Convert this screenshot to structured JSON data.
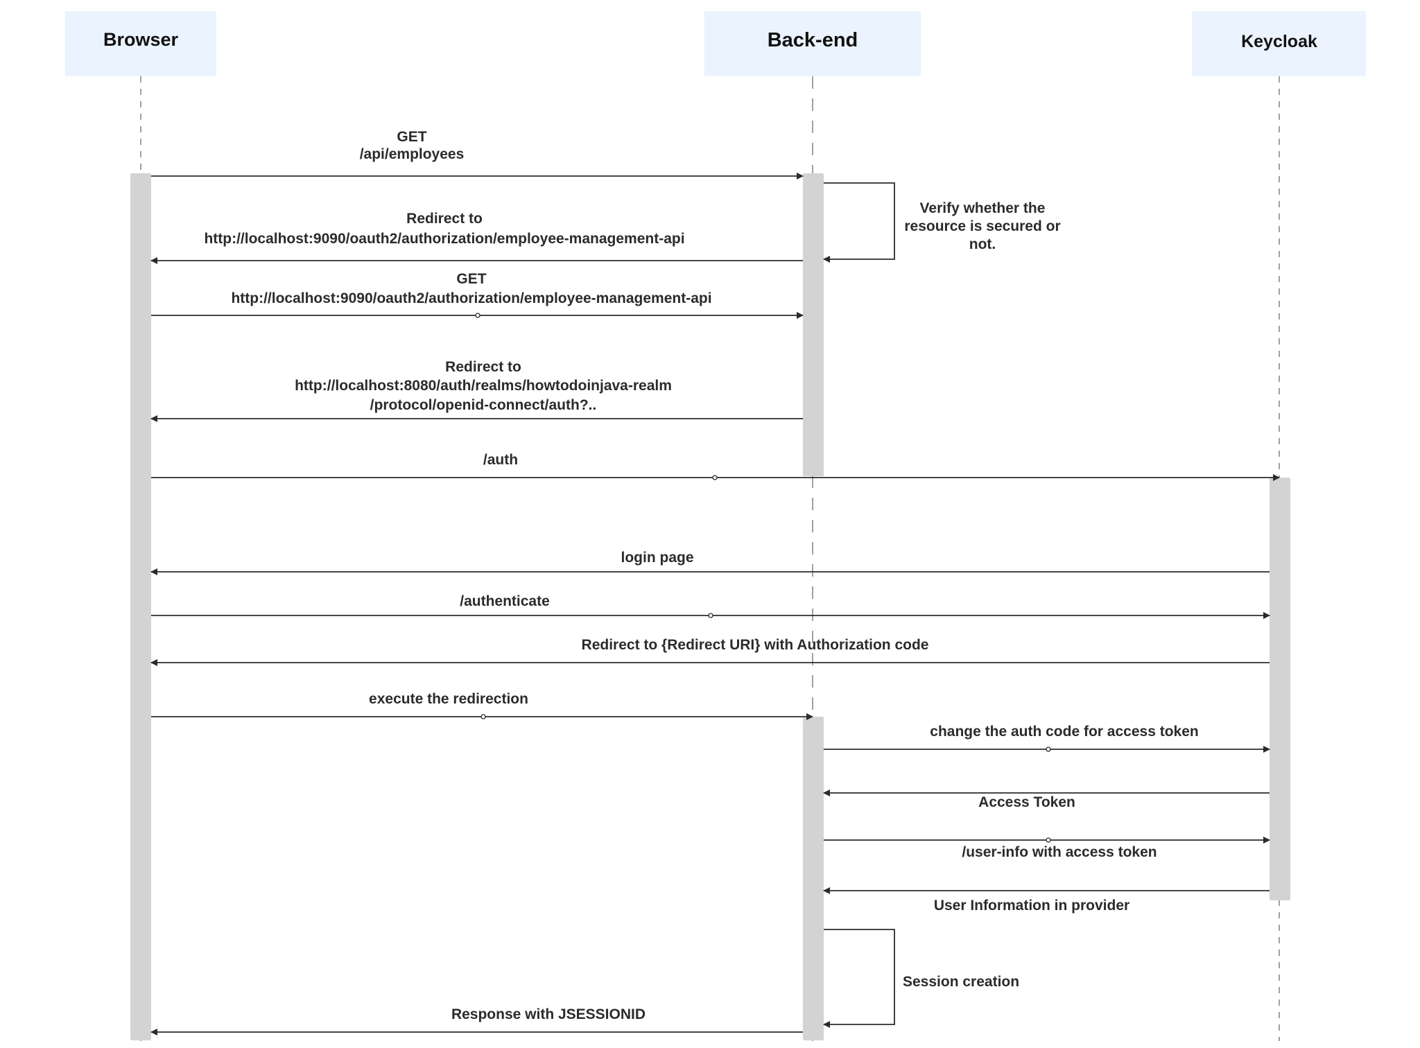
{
  "participants": [
    {
      "id": "browser",
      "label": "Browser"
    },
    {
      "id": "backend",
      "label": "Back-end"
    },
    {
      "id": "keycloak",
      "label": "Keycloak"
    }
  ],
  "messages": [
    {
      "id": "get-employees",
      "from": "browser",
      "to": "backend",
      "lines": [
        "GET",
        "/api/employees"
      ]
    },
    {
      "id": "redirect-oauth2",
      "from": "backend",
      "to": "browser",
      "lines": [
        "Redirect to",
        "http://localhost:9090/oauth2/authorization/employee-management-api"
      ]
    },
    {
      "id": "get-oauth2",
      "from": "browser",
      "to": "backend",
      "lines": [
        "GET",
        "http://localhost:9090/oauth2/authorization/employee-management-api"
      ]
    },
    {
      "id": "redirect-keycloak",
      "from": "backend",
      "to": "browser",
      "lines": [
        "Redirect to",
        "http://localhost:8080/auth/realms/howtodoinjava-realm",
        "/protocol/openid-connect/auth?.."
      ]
    },
    {
      "id": "auth",
      "from": "browser",
      "to": "keycloak",
      "lines": [
        "/auth"
      ]
    },
    {
      "id": "login-page",
      "from": "keycloak",
      "to": "browser",
      "lines": [
        "login page"
      ]
    },
    {
      "id": "authenticate",
      "from": "browser",
      "to": "keycloak",
      "lines": [
        "/authenticate"
      ]
    },
    {
      "id": "redirect-code",
      "from": "keycloak",
      "to": "browser",
      "lines": [
        "Redirect to  {Redirect URI} with Authorization code"
      ]
    },
    {
      "id": "execute-redirection",
      "from": "browser",
      "to": "backend",
      "lines": [
        "execute the redirection"
      ]
    },
    {
      "id": "exchange-code",
      "from": "backend",
      "to": "keycloak",
      "lines": [
        "change the auth code  for  access token"
      ]
    },
    {
      "id": "access-token",
      "from": "keycloak",
      "to": "backend",
      "lines": [
        "Access Token"
      ]
    },
    {
      "id": "user-info",
      "from": "backend",
      "to": "keycloak",
      "lines": [
        "/user-info with access token"
      ]
    },
    {
      "id": "user-information",
      "from": "keycloak",
      "to": "backend",
      "lines": [
        "User Information in provider"
      ]
    },
    {
      "id": "response-jsessionid",
      "from": "backend",
      "to": "browser",
      "lines": [
        "Response with JSESSIONID"
      ]
    }
  ],
  "self_calls": [
    {
      "id": "verify-resource",
      "lines": [
        "Verify whether the",
        "resource is secured or",
        "not."
      ]
    },
    {
      "id": "session-creation",
      "lines": [
        "Session creation"
      ]
    }
  ]
}
